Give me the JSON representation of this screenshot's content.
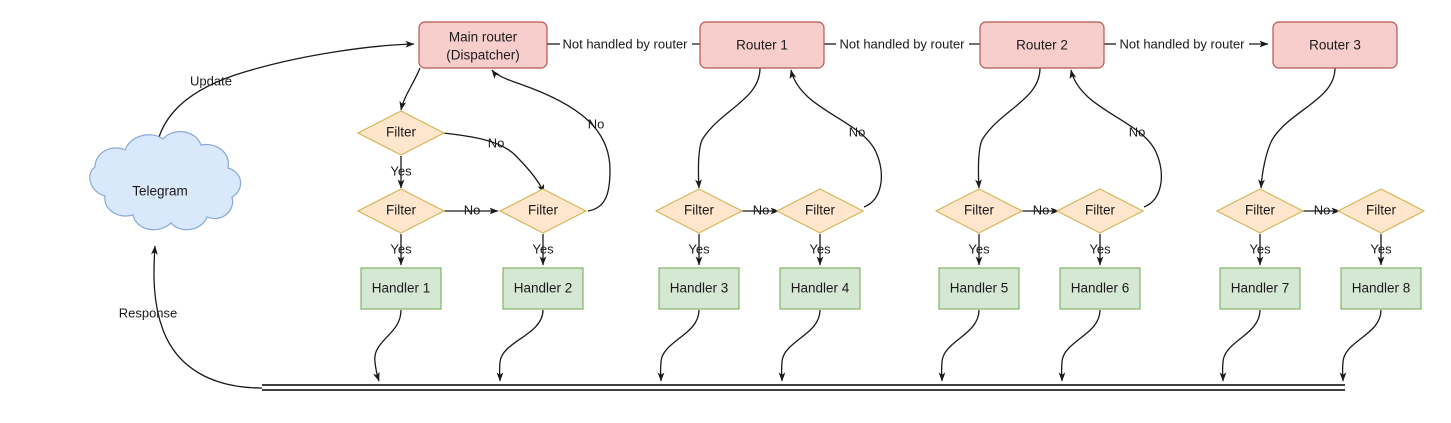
{
  "diagram": {
    "title": "Telegram bot update routing flow",
    "colors": {
      "router_fill": "#f8cecc",
      "router_stroke": "#b85450",
      "filter_fill": "#ffe6cc",
      "filter_stroke": "#d6b656",
      "handler_fill": "#d5e8d4",
      "handler_stroke": "#82b366",
      "cloud_fill": "#dae8fc",
      "cloud_stroke": "#8aa9d6",
      "edge": "#1a1a1a"
    },
    "source": {
      "label": "Telegram"
    },
    "routers": [
      {
        "id": "main",
        "line1": "Main router",
        "line2": "(Dispatcher)"
      },
      {
        "id": "r1",
        "line1": "Router 1",
        "line2": ""
      },
      {
        "id": "r2",
        "line1": "Router 2",
        "line2": ""
      },
      {
        "id": "r3",
        "line1": "Router 3",
        "line2": ""
      }
    ],
    "filters": [
      {
        "id": "f0",
        "label": "Filter"
      },
      {
        "id": "f1",
        "label": "Filter"
      },
      {
        "id": "f2",
        "label": "Filter"
      },
      {
        "id": "f3",
        "label": "Filter"
      },
      {
        "id": "f4",
        "label": "Filter"
      },
      {
        "id": "f5",
        "label": "Filter"
      },
      {
        "id": "f6",
        "label": "Filter"
      },
      {
        "id": "f7",
        "label": "Filter"
      },
      {
        "id": "f8",
        "label": "Filter"
      }
    ],
    "handlers": [
      {
        "id": "h1",
        "label": "Handler 1"
      },
      {
        "id": "h2",
        "label": "Handler 2"
      },
      {
        "id": "h3",
        "label": "Handler 3"
      },
      {
        "id": "h4",
        "label": "Handler 4"
      },
      {
        "id": "h5",
        "label": "Handler 5"
      },
      {
        "id": "h6",
        "label": "Handler 6"
      },
      {
        "id": "h7",
        "label": "Handler 7"
      },
      {
        "id": "h8",
        "label": "Handler 8"
      }
    ],
    "edge_labels": {
      "update": "Update",
      "response": "Response",
      "not_handled": "Not handled by router",
      "yes": "Yes",
      "no": "No"
    },
    "no_labels": [
      "No",
      "No",
      "No",
      "No",
      "No",
      "No",
      "No",
      "No",
      "No",
      "No",
      "No",
      "No"
    ],
    "yes_labels": [
      "Yes",
      "Yes",
      "Yes",
      "Yes",
      "Yes",
      "Yes",
      "Yes",
      "Yes",
      "Yes"
    ],
    "not_handled_labels": [
      "Not handled by router",
      "Not handled by router",
      "Not handled by router"
    ]
  }
}
